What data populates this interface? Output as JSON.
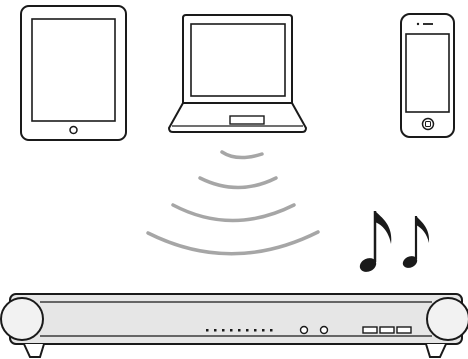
{
  "diagram": {
    "devices": [
      {
        "kind": "tablet",
        "icon": "tablet-icon"
      },
      {
        "kind": "laptop",
        "icon": "laptop-icon"
      },
      {
        "kind": "smartphone",
        "icon": "smartphone-icon"
      }
    ],
    "wireless_signal": {
      "icon": "wireless-signal-icon",
      "arcs": 4
    },
    "music": {
      "icon": "music-notes-icon",
      "notes": 2
    },
    "receiver": {
      "icon": "soundbar-receiver-icon",
      "indicator_dots": 9,
      "jacks": 2,
      "front_buttons": 3
    }
  },
  "colors": {
    "line": "#1a1a1a",
    "signal": "#a6a6a6",
    "receiver_body": "#e6e6e6",
    "background": "#ffffff"
  }
}
